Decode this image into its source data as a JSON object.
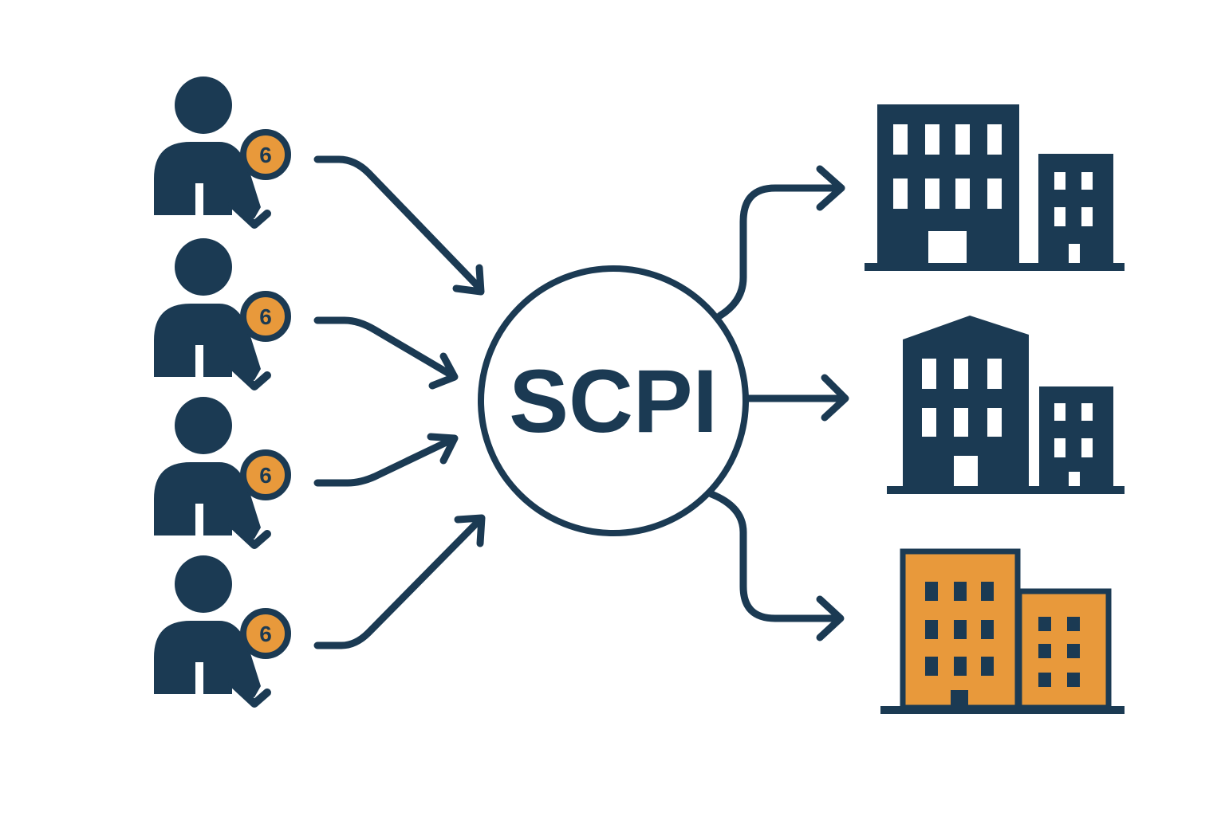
{
  "colors": {
    "navy": "#1b3a53",
    "orange": "#e8993b",
    "white": "#ffffff"
  },
  "center": {
    "label": "SCPI"
  },
  "investors": [
    {
      "coin_label": "6",
      "icon": "investor-with-coin-icon"
    },
    {
      "coin_label": "6",
      "icon": "investor-with-coin-icon"
    },
    {
      "coin_label": "6",
      "icon": "investor-with-coin-icon"
    },
    {
      "coin_label": "6",
      "icon": "investor-with-coin-icon"
    }
  ],
  "buildings": [
    {
      "icon": "office-buildings-icon",
      "color": "#1b3a53"
    },
    {
      "icon": "office-buildings-peaked-roof-icon",
      "color": "#1b3a53"
    },
    {
      "icon": "office-buildings-icon",
      "color": "#e8993b"
    }
  ]
}
